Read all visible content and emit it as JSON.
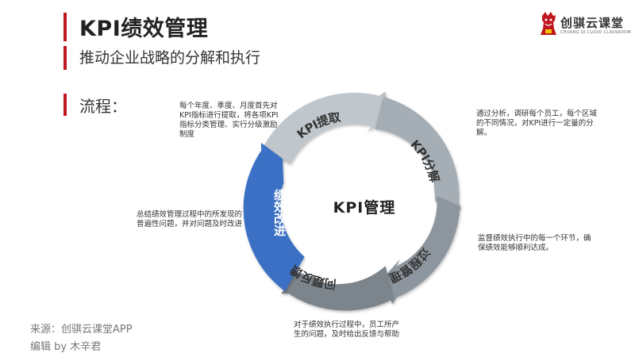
{
  "header": {
    "title": "KPI绩效管理",
    "subtitle": "推动企业战略的分解和执行"
  },
  "logo": {
    "brand": "创骐云课堂",
    "brand_en": "CHUANG QI CLOUD CLASSROOM"
  },
  "flow_label": "流程：",
  "diagram": {
    "center": "KPI管理",
    "segments": [
      {
        "label": "KPI提取",
        "color": "#bfc6cc"
      },
      {
        "label": "KPI分解",
        "color": "#a6aeb5"
      },
      {
        "label": "过程管理",
        "color": "#8d969e"
      },
      {
        "label": "问题反馈",
        "color": "#7b848c"
      },
      {
        "label": "绩效改进",
        "color": "#3a6fc4"
      }
    ]
  },
  "notes": {
    "kpi_extract": "每个年度、季度、月度首先对KPI指标进行提取，将各项KPI指标分类管理、实行分级激励制度",
    "kpi_decompose": "通过分析，调研每个员工，每个区域的不同情况，对KPI进行一定量的分解。",
    "process": "监督绩效执行中的每一个环节，确保绩效能够顺利达成。",
    "feedback": "对于绩效执行过程中，员工所产生的问题，及时给出反馈与帮助",
    "improve": "总结绩效管理过程中的所发现的普遍性问题，并对问题及时改进"
  },
  "footer": {
    "source": "来源：创骐云课堂APP",
    "editor": "编辑 by 木辛君"
  }
}
